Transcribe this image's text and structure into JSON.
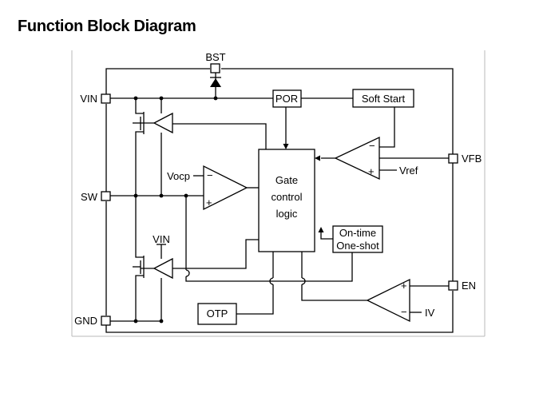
{
  "page": {
    "title": "Function Block Diagram"
  },
  "pins": {
    "bst": "BST",
    "vin": "VIN",
    "sw": "SW",
    "gnd": "GND",
    "vfb": "VFB",
    "en": "EN"
  },
  "blocks": {
    "por": "POR",
    "soft_start": "Soft Start",
    "gate_logic": [
      "Gate",
      "control",
      "logic"
    ],
    "on_time": [
      "On-time",
      "One-shot"
    ],
    "otp": "OTP"
  },
  "labels": {
    "vocp": "Vocp",
    "vref": "Vref",
    "vin_supply": "VIN",
    "iv": "IV",
    "minus": "−",
    "plus": "+"
  }
}
